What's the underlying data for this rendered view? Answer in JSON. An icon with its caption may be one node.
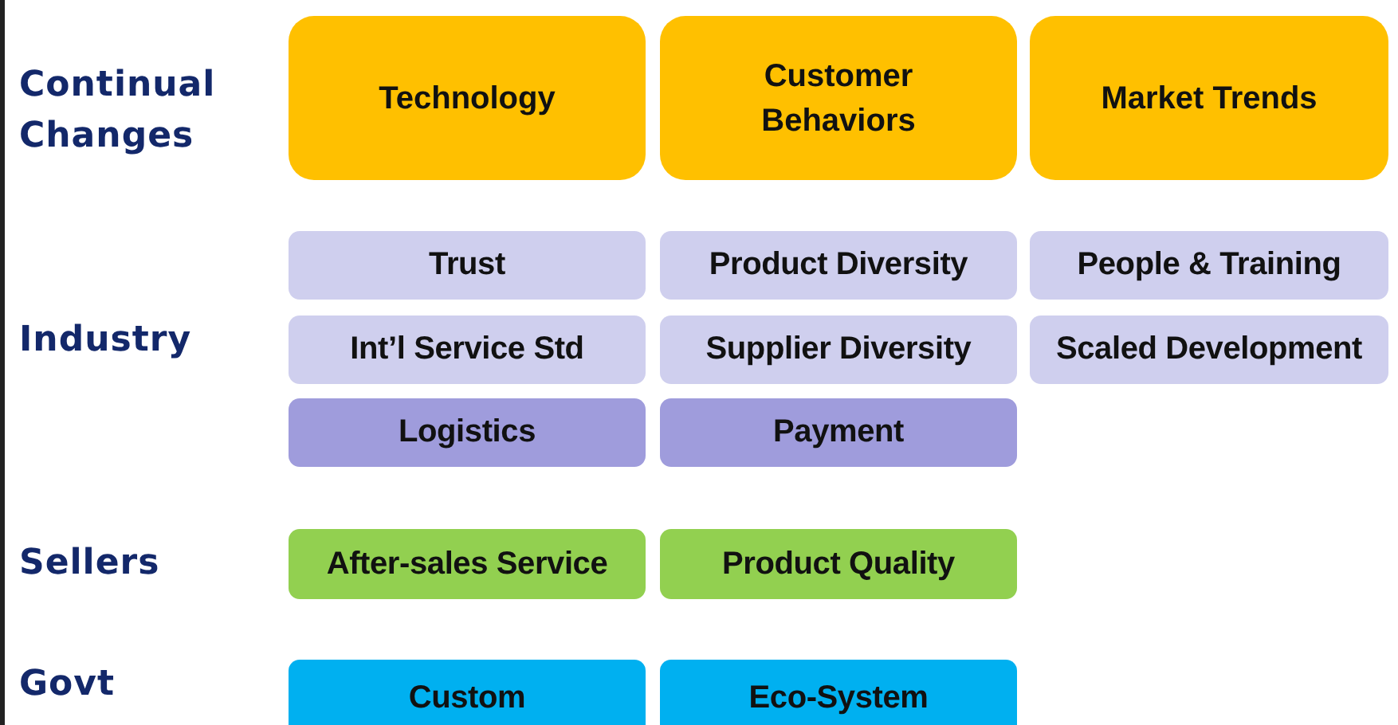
{
  "diagram": {
    "nodes": [
      {
        "text": [
          "Technology"
        ]
      },
      {
        "text": [
          "Customer Behaviors"
        ]
      },
      {
        "text": [
          "Market Trends"
        ]
      },
      {
        "text": [
          "Trust"
        ]
      },
      {
        "text": [
          "Product Diversity"
        ]
      },
      {
        "text": [
          "People & Training"
        ]
      },
      {
        "text": [
          "Int’l Service Std"
        ]
      },
      {
        "text": [
          "Supplier Diversity"
        ]
      },
      {
        "text": [
          "Scaled Development"
        ]
      },
      {
        "text": [
          "Logistics"
        ]
      },
      {
        "text": [
          "Payment"
        ]
      },
      {
        "text": [
          "After-sales Service"
        ]
      },
      {
        "text": [
          "Product Quality"
        ]
      },
      {
        "text": [
          "Custom"
        ]
      },
      {
        "text": [
          "Eco-System"
        ]
      }
    ],
    "labels": [
      "Continual Changes",
      "Industry",
      "Sellers",
      "Govt"
    ]
  }
}
